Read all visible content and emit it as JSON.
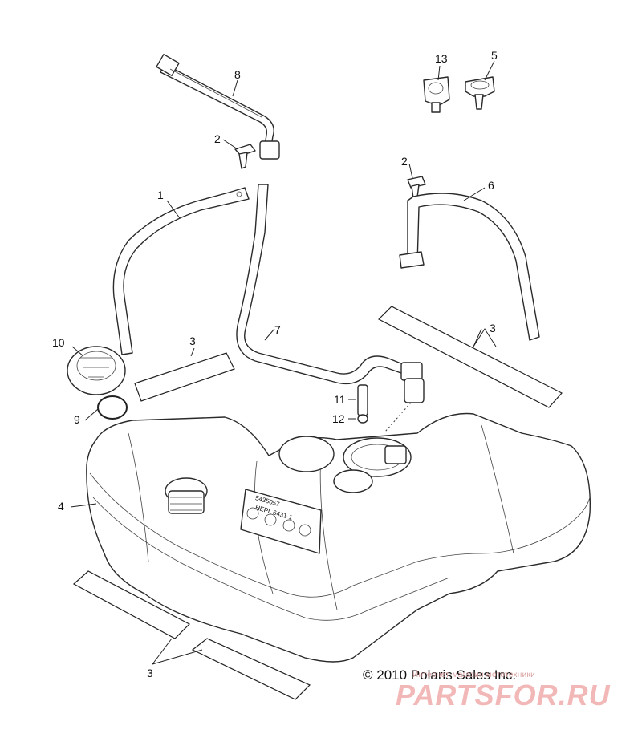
{
  "callouts": {
    "c1": "1",
    "c2a": "2",
    "c2b": "2",
    "c3a": "3",
    "c3b": "3",
    "c3c": "3",
    "c4": "4",
    "c5": "5",
    "c6": "6",
    "c7": "7",
    "c8": "8",
    "c9": "9",
    "c10": "10",
    "c11": "11",
    "c12": "12",
    "c13": "13"
  },
  "tank_labels": {
    "line1": "5435057",
    "line2": "HEPL 6431-1"
  },
  "copyright": "© 2010 Polaris Sales Inc.",
  "watermark": {
    "subtitle": "Интернет-магазин мототехники",
    "brand": "PARTSFOR.RU",
    "color": "#f2b8b8"
  }
}
